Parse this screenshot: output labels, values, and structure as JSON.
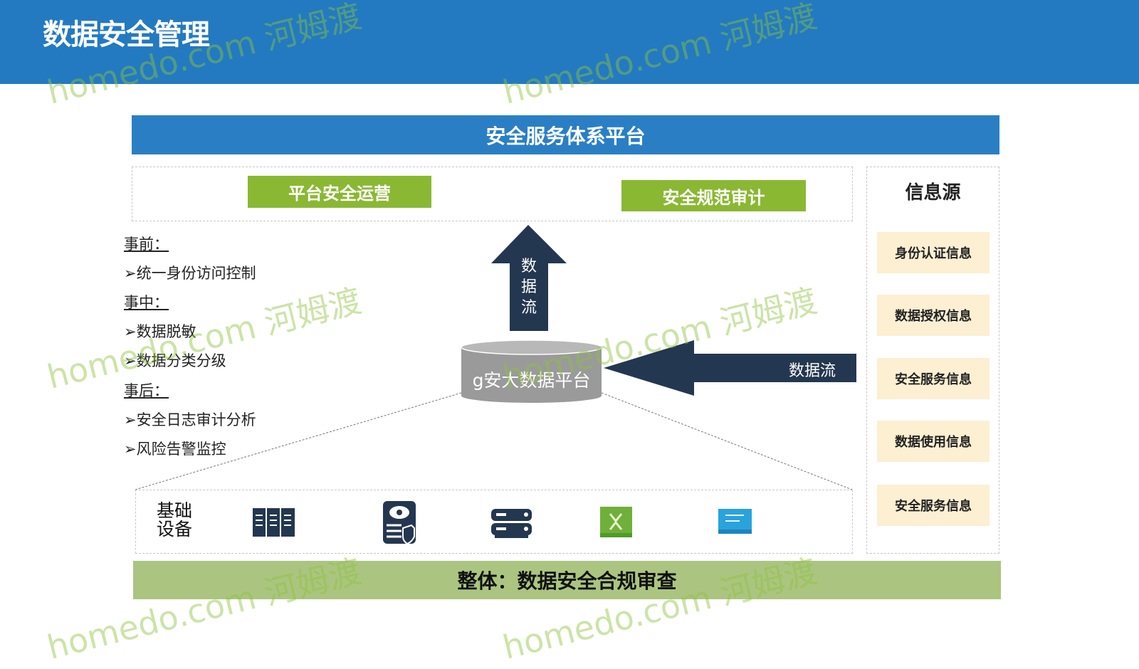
{
  "header": {
    "title": "数据安全管理"
  },
  "platform": {
    "title": "安全服务体系平台"
  },
  "top_buttons": [
    "平台安全运营",
    "安全规范审计"
  ],
  "left_list": [
    {
      "text": "事前：",
      "heading": true
    },
    {
      "text": "➢统一身份访问控制",
      "heading": false
    },
    {
      "text": "事中：",
      "heading": true
    },
    {
      "text": "➢数据脱敏",
      "heading": false
    },
    {
      "text": "➢数据分类分级",
      "heading": false
    },
    {
      "text": "事后：",
      "heading": true
    },
    {
      "text": "➢安全日志审计分析",
      "heading": false
    },
    {
      "text": "➢风险告警监控",
      "heading": false
    }
  ],
  "center": {
    "up_arrow_label": "数\n据\n流",
    "left_arrow_label": "数据流",
    "cylinder_label": "g安大数据平台"
  },
  "infra": {
    "label": "基础\n设备",
    "icons": [
      "server-rack-icon",
      "database-shield-icon",
      "network-storage-icon",
      "switch-green-icon",
      "switch-blue-icon"
    ]
  },
  "info_source": {
    "title": "信息源",
    "items": [
      "身份认证信息",
      "数据授权信息",
      "安全服务信息",
      "数据使用信息",
      "安全服务信息"
    ]
  },
  "bottom": {
    "title": "整体：数据安全合规审查"
  },
  "watermark": "homedo.com 河姆渡",
  "colors": {
    "header": "#237ac0",
    "green": "#8ab833",
    "dark": "#243750",
    "info_bg": "#fcefd2",
    "bottom": "#abc580"
  }
}
